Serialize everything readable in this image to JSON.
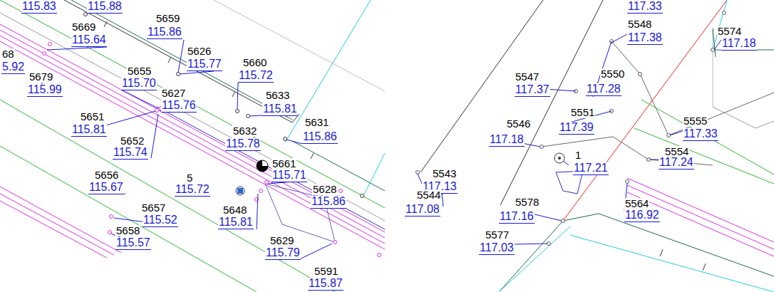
{
  "diagram": {
    "labels": [
      "115.83",
      "115.88",
      "5669",
      "115.64",
      "5659",
      "115.86",
      "68",
      "5.92",
      "5626",
      "115.77",
      "5660",
      "115.72",
      "5655",
      "115.70",
      "5679",
      "115.99",
      "5627",
      "115.76",
      "5633",
      "115.81",
      "5651",
      "115.81",
      "5631",
      "115.86",
      "5632",
      "115.78",
      "5652",
      "115.74",
      "5661",
      "115.71",
      "5",
      "115.72",
      "5656",
      "115.67",
      "5628",
      "115.86",
      "5657",
      "115.52",
      "5648",
      "115.81",
      "5658",
      "115.57",
      "5629",
      "115.79",
      "5591",
      "115.87",
      "117.33",
      "5548",
      "117.38",
      "5574",
      "117.18",
      "5547",
      "117.37",
      "5550",
      "117.28",
      "5551",
      "117.39",
      "5546",
      "117.18",
      "5555",
      "117.33",
      "5554",
      "117.24",
      "1",
      "117.21",
      "5543",
      "117.13",
      "5544",
      "117.08",
      "5578",
      "117.16",
      "5564",
      "116.92",
      "5577",
      "117.03"
    ]
  }
}
